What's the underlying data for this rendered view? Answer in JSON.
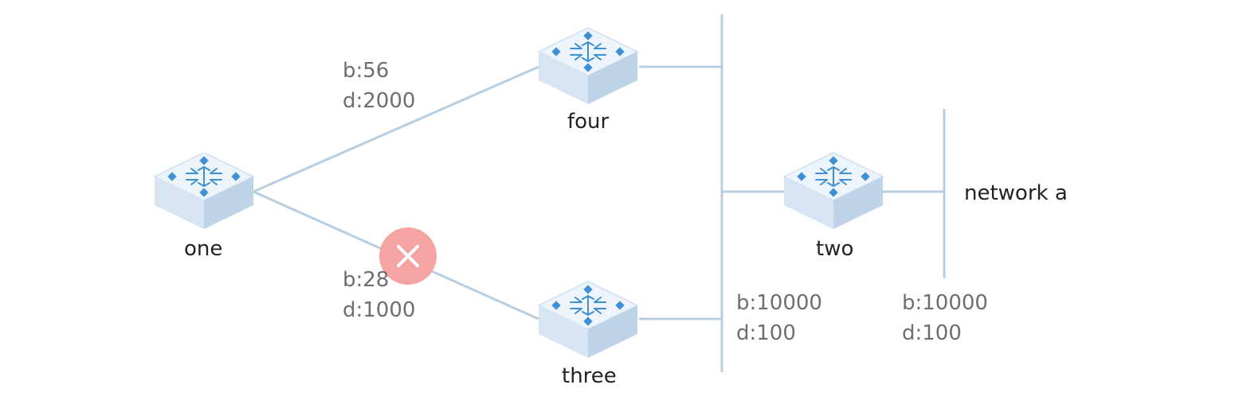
{
  "nodes": {
    "one": {
      "label": "one",
      "icon": "switch-icon"
    },
    "two": {
      "label": "two",
      "icon": "switch-icon"
    },
    "three": {
      "label": "three",
      "icon": "switch-icon"
    },
    "four": {
      "label": "four",
      "icon": "switch-icon"
    }
  },
  "network": {
    "label": "network a"
  },
  "links": {
    "one_four": {
      "bandwidth": "b:56",
      "delay": "d:2000"
    },
    "one_three": {
      "bandwidth": "b:28",
      "delay": "d:1000",
      "status": "failed",
      "status_icon": "close-icon"
    },
    "segment": {
      "bandwidth": "b:10000",
      "delay": "d:100"
    },
    "two_network": {
      "bandwidth": "b:10000",
      "delay": "d:100"
    }
  },
  "colors": {
    "line": "#b7cde0",
    "failure_badge": "#f5a3a3",
    "switch_top": "#eef4fb",
    "switch_left": "#d7e4f2",
    "switch_right": "#bfd3e8",
    "switch_symbol": "#3d8fd6"
  }
}
